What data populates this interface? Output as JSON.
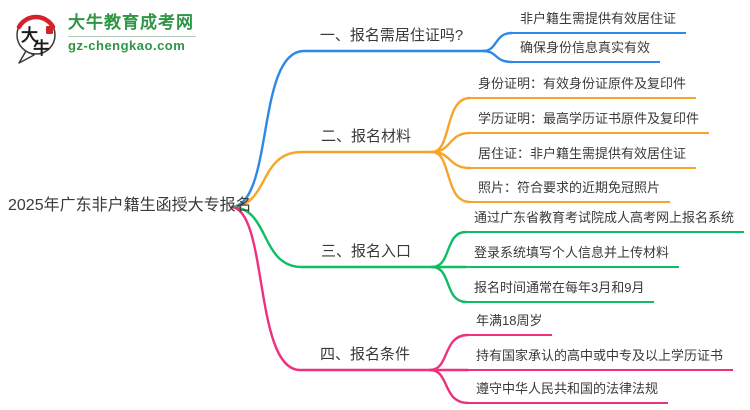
{
  "logo": {
    "icon_text": "大牛",
    "title": "大牛教育成考网",
    "domain": "gz-chengkao.com",
    "brand_green": "#2e9544",
    "icon_red": "#d2232a"
  },
  "central_topic": "2025年广东非户籍生函授大专报名",
  "branches": [
    {
      "label": "一、报名需居住证吗?",
      "color": "#2e88e8",
      "leaves": [
        "非户籍生需提供有效居住证",
        "确保身份信息真实有效"
      ]
    },
    {
      "label": "二、报名材料",
      "color": "#f7a42b",
      "leaves": [
        "身份证明：有效身份证原件及复印件",
        "学历证明：最高学历证书原件及复印件",
        "居住证：非户籍生需提供有效居住证",
        "照片：符合要求的近期免冠照片"
      ]
    },
    {
      "label": "三、报名入口",
      "color": "#0ebd64",
      "leaves": [
        "通过广东省教育考试院成人高考网上报名系统",
        "登录系统填写个人信息并上传材料",
        "报名时间通常在每年3月和9月"
      ]
    },
    {
      "label": "四、报名条件",
      "color": "#f0307c",
      "leaves": [
        "年满18周岁",
        "持有国家承认的高中或中专及以上学历证书",
        "遵守中华人民共和国的法律法规"
      ]
    }
  ]
}
